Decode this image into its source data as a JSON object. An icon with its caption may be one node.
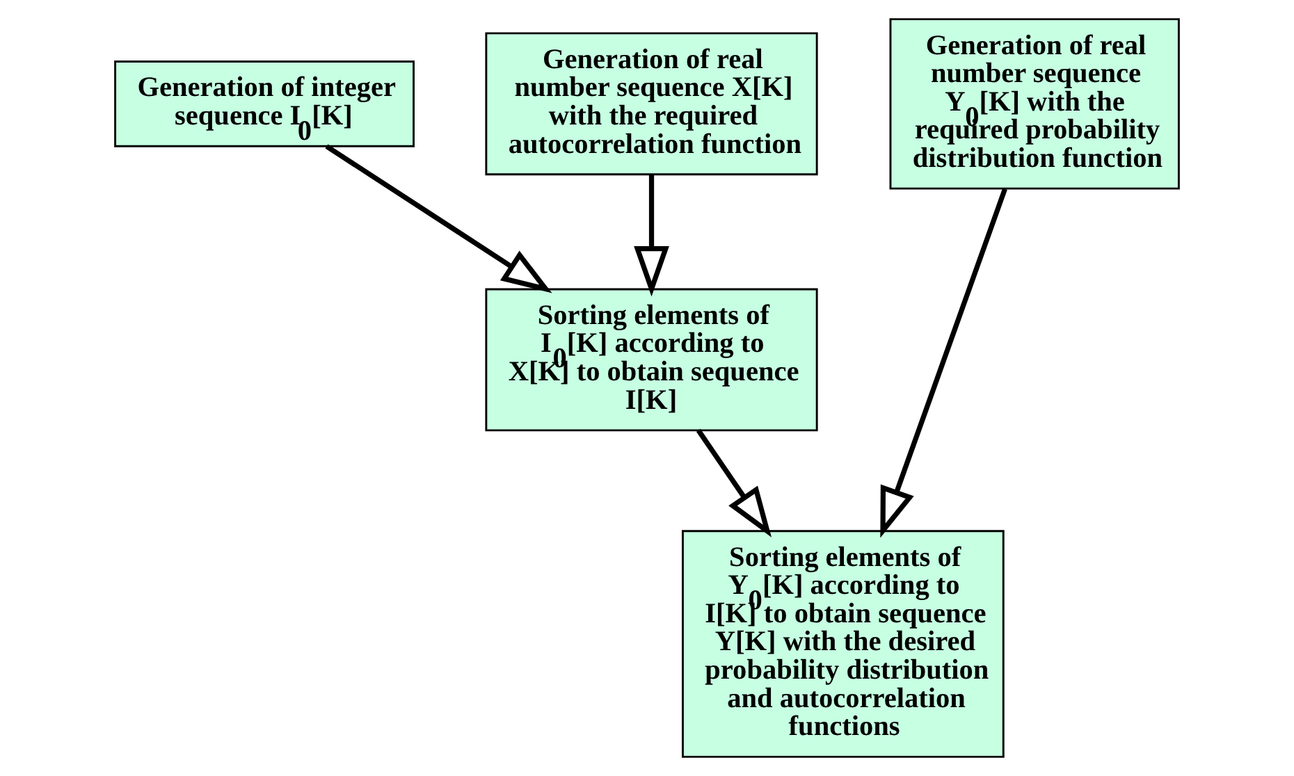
{
  "diagram": {
    "nodes": [
      {
        "text": [
          "Generation of integer sequence I$_{0}$[K]"
        ]
      },
      {
        "text": [
          "Generation of real number sequence X[K] with the required autocorrelation function"
        ]
      },
      {
        "text": [
          "Generation of real number sequence Y$_{0}$[K] with the required probability distribution function"
        ]
      },
      {
        "text": [
          "Sorting elements of I$_{0}$[K] according to X[K] to obtain sequence I[K]"
        ]
      },
      {
        "text": [
          "Sorting elements of Y$_{0}$[K] according to I[K] to obtain sequence Y[K] with the desired probability distribution and autocorrelation functions"
        ]
      }
    ],
    "edges": [
      {
        "from": 0,
        "to": 3,
        "arrow": "to"
      },
      {
        "from": 1,
        "to": 3,
        "arrow": "to"
      },
      {
        "from": 2,
        "to": 4,
        "arrow": "to"
      },
      {
        "from": 3,
        "to": 4,
        "arrow": "to"
      }
    ]
  }
}
